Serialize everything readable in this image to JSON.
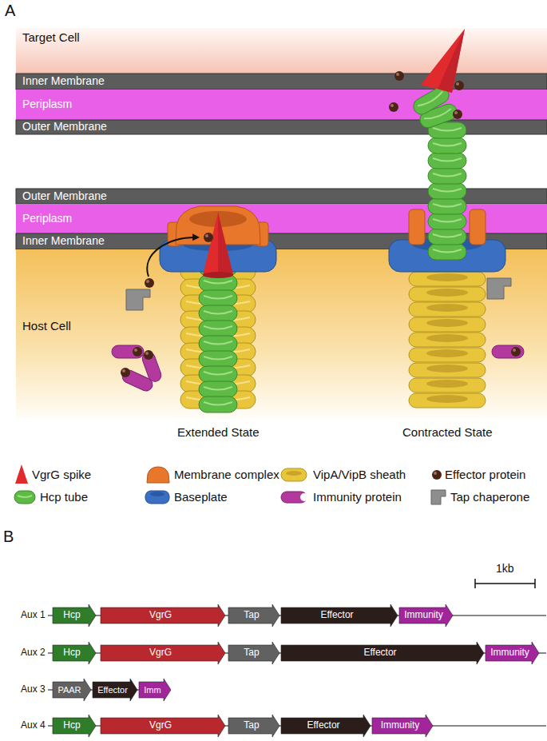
{
  "diagram": {
    "nodes": [
      {
        "text": [
          "Target Cell"
        ]
      },
      {
        "text": [
          "Inner Membrane"
        ]
      },
      {
        "text": [
          "Periplasm"
        ]
      },
      {
        "text": [
          "Outer Membrane"
        ]
      },
      {
        "text": [
          "Outer Membrane"
        ]
      },
      {
        "text": [
          "Periplasm"
        ]
      },
      {
        "text": [
          "Inner Membrane"
        ]
      },
      {
        "text": [
          "Host Cell"
        ]
      },
      {
        "text": [
          "Hcp"
        ]
      },
      {
        "text": [
          "VgrG"
        ]
      },
      {
        "text": [
          "Tap"
        ]
      },
      {
        "text": [
          "Effector"
        ]
      },
      {
        "text": [
          "Immunity"
        ]
      },
      {
        "text": [
          "Hcp"
        ]
      },
      {
        "text": [
          "VgrG"
        ]
      },
      {
        "text": [
          "Tap"
        ]
      },
      {
        "text": [
          "Effector"
        ]
      },
      {
        "text": [
          "Immunity"
        ]
      },
      {
        "text": [
          "PAAR"
        ]
      },
      {
        "text": [
          "Effector"
        ]
      },
      {
        "text": [
          "Imm"
        ]
      },
      {
        "text": [
          "Hcp"
        ]
      },
      {
        "text": [
          "VgrG"
        ]
      },
      {
        "text": [
          "Tap"
        ]
      },
      {
        "text": [
          "Effector"
        ]
      },
      {
        "text": [
          "Immunity"
        ]
      }
    ],
    "labels": [
      "A",
      "Extended State",
      "Contracted State",
      "B",
      "Aux 1",
      "Aux 2",
      "Aux 3",
      "Aux 4",
      "1kb"
    ],
    "legend": [
      {
        "text": "VgrG spike"
      },
      {
        "text": "Membrane complex"
      },
      {
        "text": "VipA/VipB sheath"
      },
      {
        "text": "Effector protein"
      },
      {
        "text": "Hcp tube"
      },
      {
        "text": "Baseplate"
      },
      {
        "text": "Immunity protein"
      },
      {
        "text": "Tap chaperone"
      }
    ]
  }
}
